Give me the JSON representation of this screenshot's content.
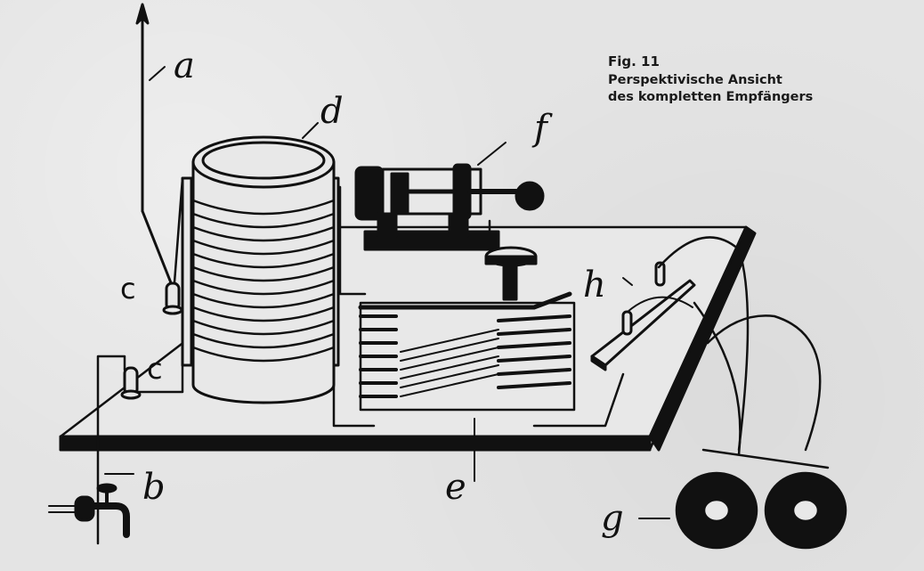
{
  "figure": {
    "number": "Fig. 11",
    "caption_line1": "Perspektivische Ansicht",
    "caption_line2": "des kompletten Empfängers"
  },
  "labels": {
    "a": "a",
    "b": "b",
    "c1": "c",
    "c2": "c",
    "d": "d",
    "e": "e",
    "f": "f",
    "g": "g",
    "h": "h"
  },
  "colors": {
    "paper": "#e4e4e4",
    "ink": "#111111"
  }
}
